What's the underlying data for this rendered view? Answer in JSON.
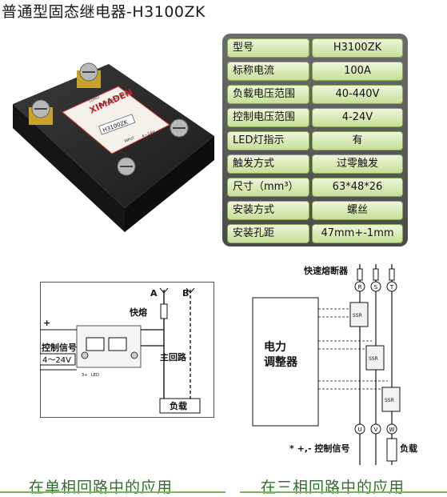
{
  "page_title": "普通型固态继电器-H3100ZK",
  "product_photo": {
    "brand": "XIMADEN",
    "model": "H3100ZK",
    "load_text": "LOAD",
    "rating_text": "40~440VAC/100A",
    "input_text": "INPUT",
    "control_text": "4~24V"
  },
  "specs": [
    {
      "label": "型号",
      "value": "H3100ZK"
    },
    {
      "label": "标称电流",
      "value": "100A"
    },
    {
      "label": "负载电压范围",
      "value": "40-440V"
    },
    {
      "label": "控制电压范围",
      "value": "4-24V"
    },
    {
      "label": "LED灯指示",
      "value": "有"
    },
    {
      "label": "触发方式",
      "value": "过零触发"
    },
    {
      "label": "尺寸（mm³）",
      "value": "63*48*26"
    },
    {
      "label": "安装方式",
      "value": "螺丝"
    },
    {
      "label": "安装孔距",
      "value": "47mm+-1mm"
    }
  ],
  "single_phase": {
    "phase_a": "A",
    "phase_b": "B",
    "fuse": "快熔",
    "control_signal": "控制信号",
    "control_range": "4～24V",
    "plus": "+",
    "minus": "-",
    "main_loop": "主回路",
    "load": "负载",
    "led": "LED",
    "terminal_3": "3+",
    "caption": "在单相回路中的应用"
  },
  "three_phase": {
    "fuse": "快速熔断器",
    "controller": "电力\n调整器",
    "controller_line1": "电力",
    "controller_line2": "调整器",
    "phases": [
      "R",
      "S",
      "T"
    ],
    "outputs": [
      "U",
      "V",
      "W"
    ],
    "ssr": "SSR",
    "control_signal": "* +,- 控制信号",
    "load": "负载",
    "caption": "在三相回路中的应用"
  }
}
